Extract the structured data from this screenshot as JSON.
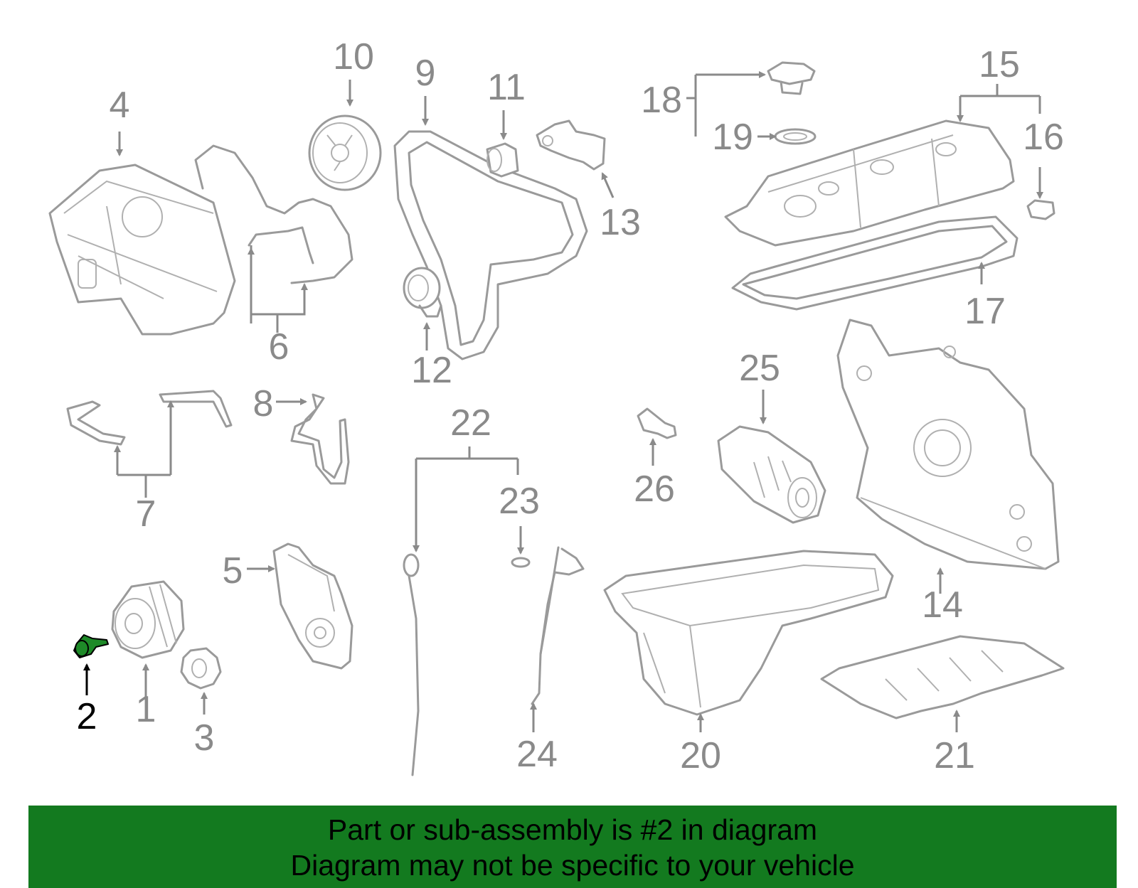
{
  "diagram": {
    "highlight_color": "#1e8a28",
    "line_color": "#9a9a9a",
    "callouts": [
      "1",
      "2",
      "3",
      "4",
      "5",
      "6",
      "7",
      "8",
      "9",
      "10",
      "11",
      "12",
      "13",
      "14",
      "15",
      "16",
      "17",
      "18",
      "19",
      "20",
      "21",
      "22",
      "23",
      "24",
      "25",
      "26"
    ],
    "selected_callout": "2"
  },
  "banner": {
    "background": "#137a1f",
    "line1": "Part or sub-assembly is #2 in diagram",
    "line2": "Diagram may not be specific to your vehicle"
  }
}
